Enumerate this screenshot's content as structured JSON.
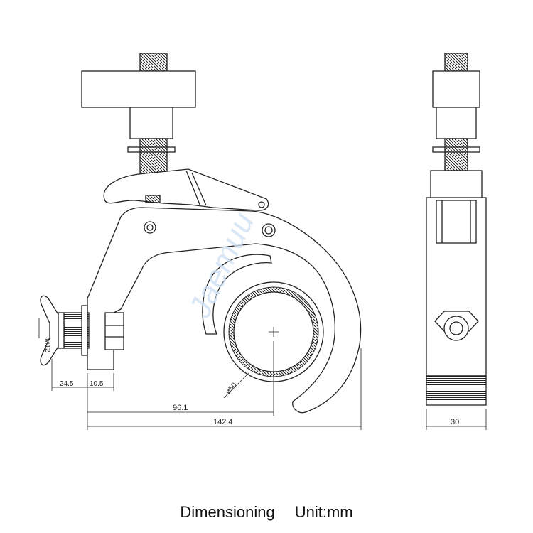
{
  "drawing": {
    "dimensions": {
      "wing_bolt_offset": "24.5",
      "nut_width": "10.5",
      "center_offset": "96.1",
      "overall_width": "142.4",
      "side_width": "30",
      "tube_diameter": "ø50",
      "thread_size": "M12"
    },
    "watermark": "Jaemuu"
  },
  "caption": {
    "title": "Dimensioning",
    "unit": "Unit:mm"
  }
}
